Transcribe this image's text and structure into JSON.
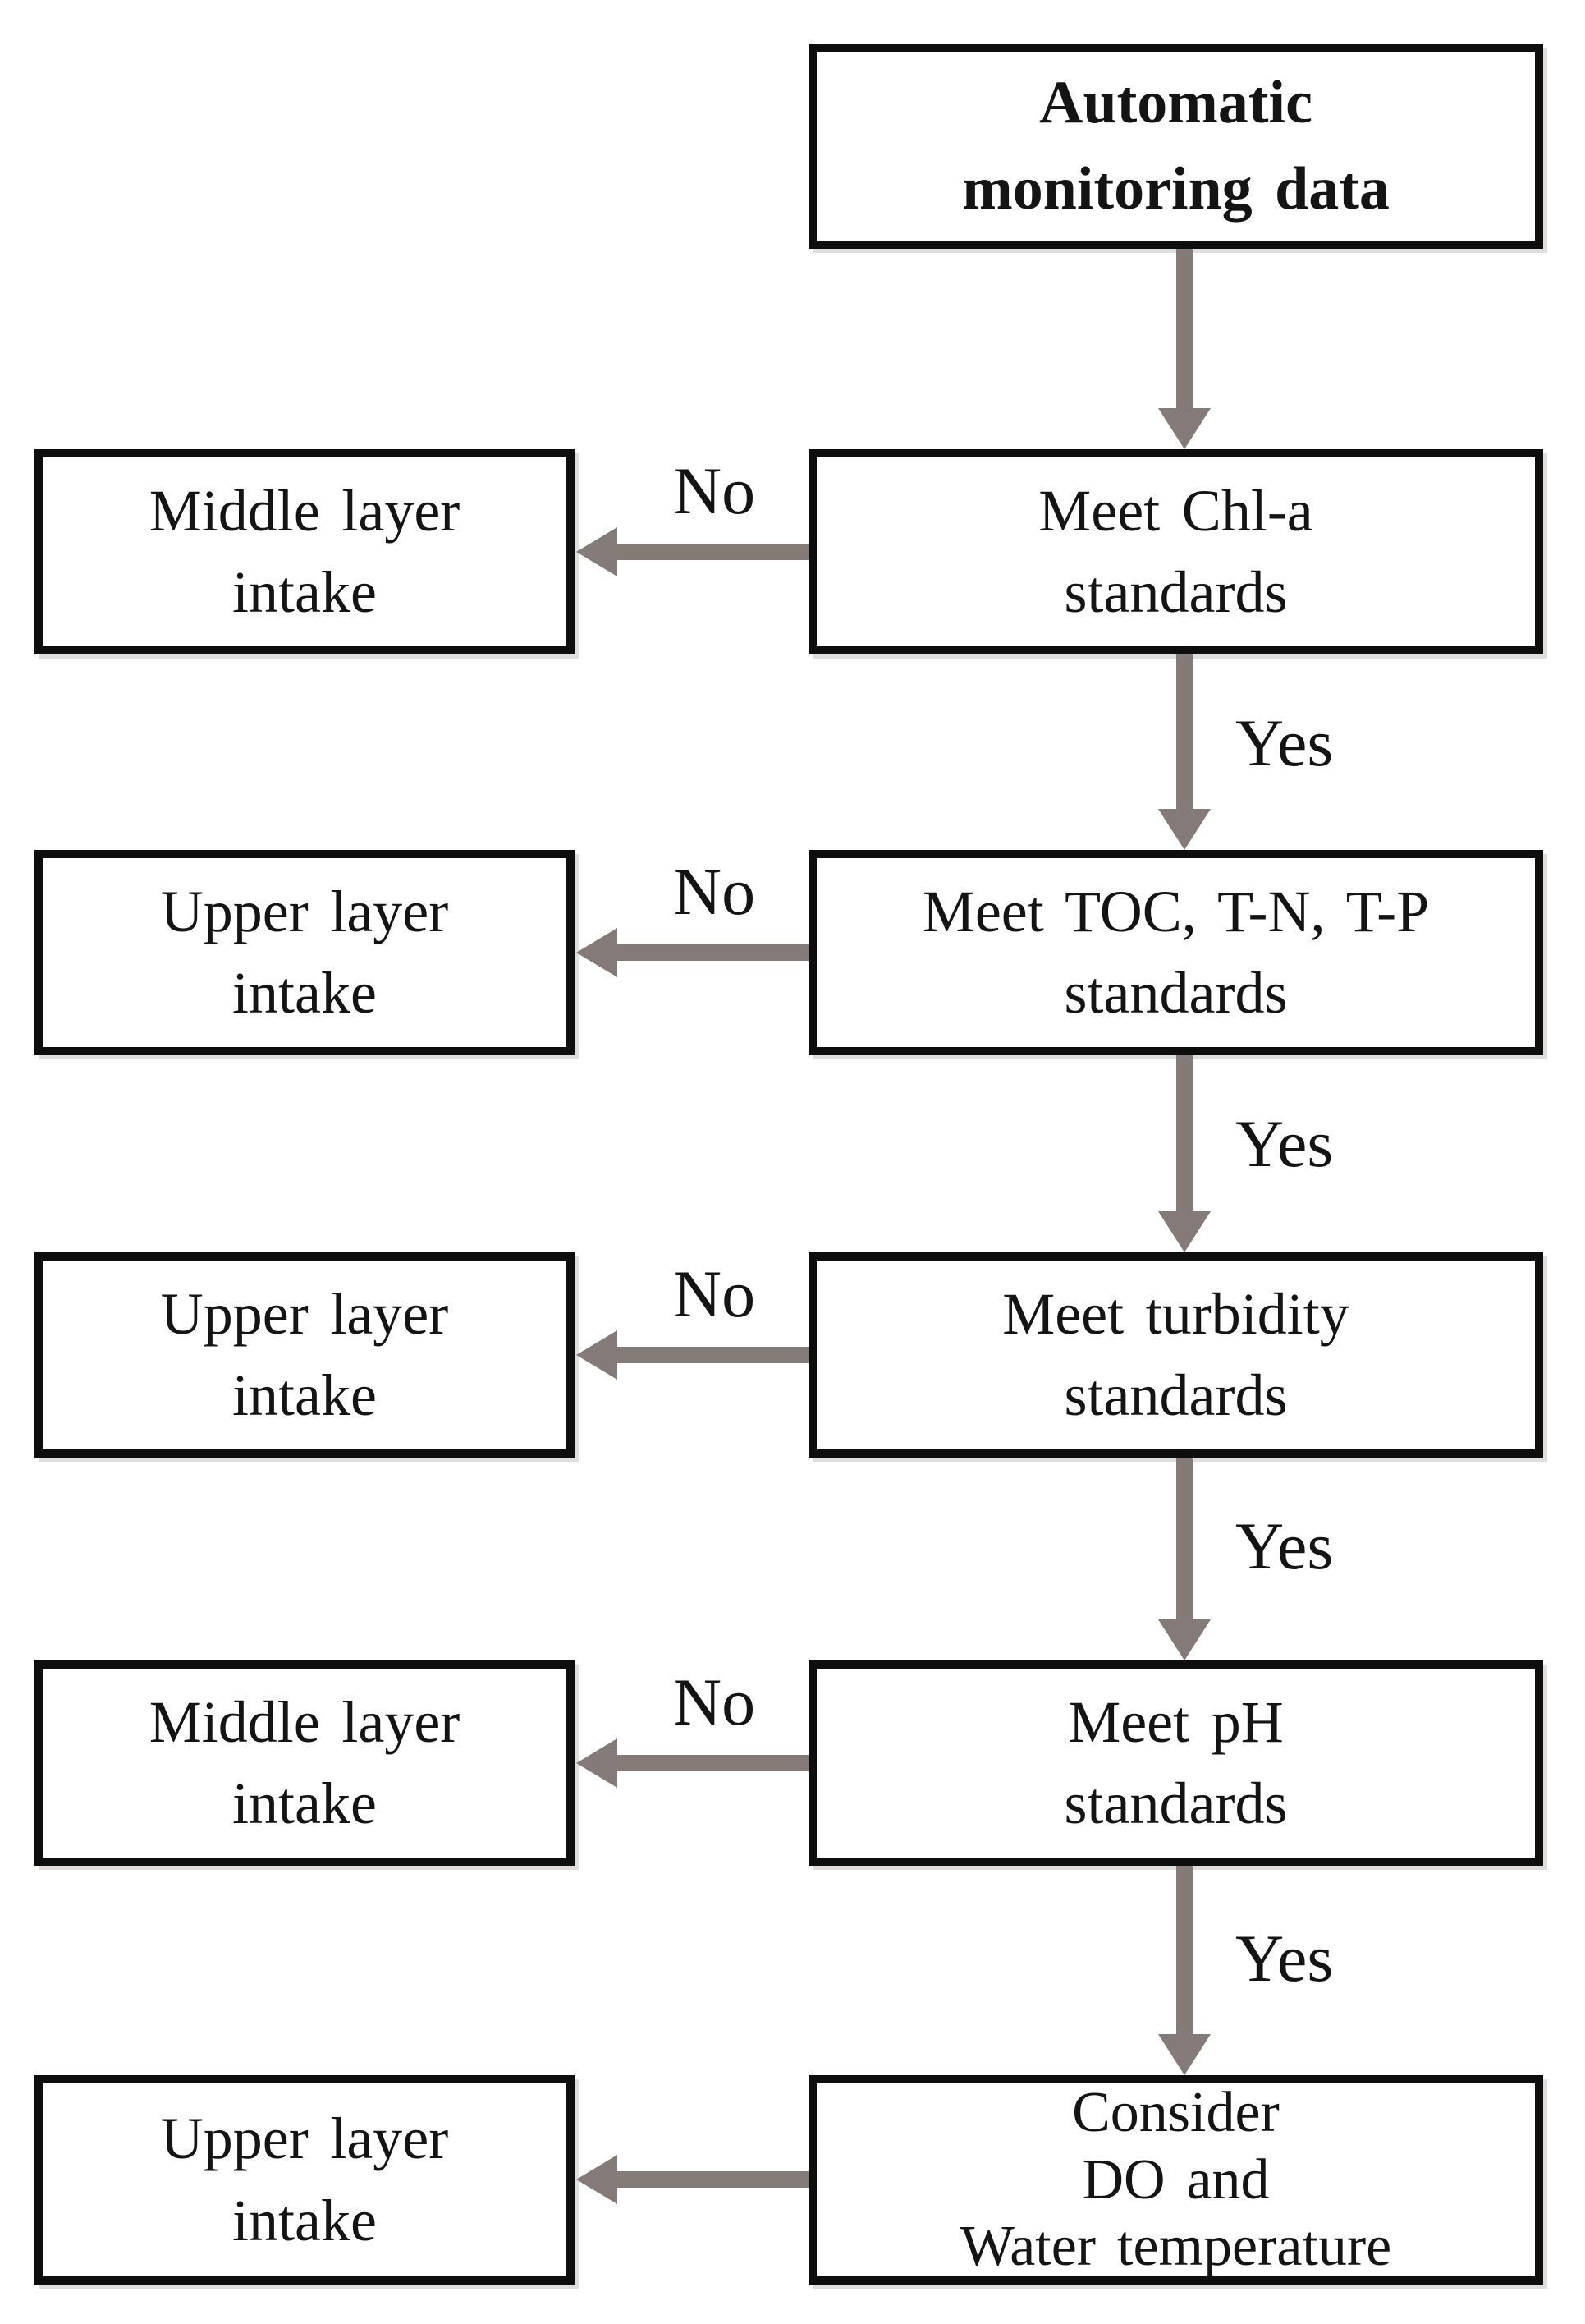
{
  "flowchart": {
    "colors": {
      "background": "#ffffff",
      "border": "#0e0e0e",
      "text": "#141414",
      "arrow": "#847b78"
    },
    "start": {
      "l1": "Automatic",
      "l2": "monitoring data"
    },
    "steps": [
      {
        "decision_l1": "Meet Chl-a",
        "decision_l2": "standards",
        "no": "No",
        "yes": "Yes",
        "outcome_l1": "Middle layer",
        "outcome_l2": "intake"
      },
      {
        "decision_l1": "Meet TOC, T-N, T-P",
        "decision_l2": "standards",
        "no": "No",
        "yes": "Yes",
        "outcome_l1": "Upper layer",
        "outcome_l2": "intake"
      },
      {
        "decision_l1": "Meet turbidity",
        "decision_l2": "standards",
        "no": "No",
        "yes": "Yes",
        "outcome_l1": "Upper layer",
        "outcome_l2": "intake"
      },
      {
        "decision_l1": "Meet pH",
        "decision_l2": "standards",
        "no": "No",
        "yes": "Yes",
        "outcome_l1": "Middle layer",
        "outcome_l2": "intake"
      }
    ],
    "final": {
      "l1": "Consider",
      "l2": "DO and",
      "l3": "Water temperature",
      "outcome_l1": "Upper layer",
      "outcome_l2": "intake"
    }
  }
}
